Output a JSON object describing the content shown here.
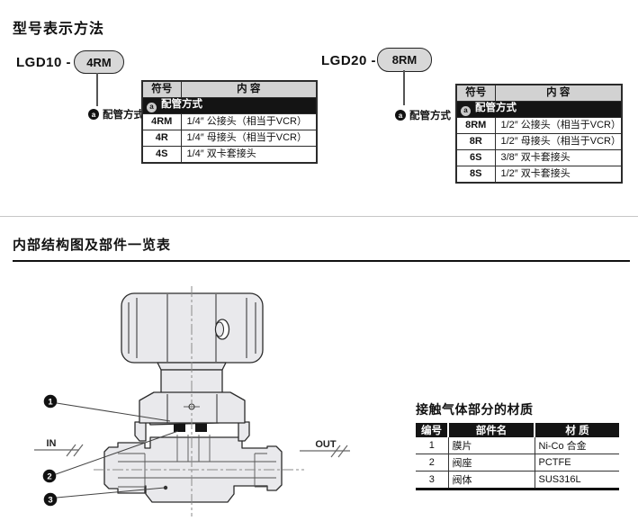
{
  "section1": {
    "title": "型号表示方法"
  },
  "model_left": {
    "prefix": "LGD10 -",
    "pill": "4RM",
    "badge": "a",
    "callout_label": "配管方式"
  },
  "model_right": {
    "prefix": "LGD20 -",
    "pill": "8RM",
    "badge": "a",
    "callout_label": "配管方式"
  },
  "table_left": {
    "headers": [
      "符号",
      "内 容"
    ],
    "group_badge": "a",
    "group_label": "配管方式",
    "rows": [
      [
        "4RM",
        "1/4″ 公接头（相当于VCR）"
      ],
      [
        "4R",
        "1/4″ 母接头（相当于VCR）"
      ],
      [
        "4S",
        "1/4″ 双卡套接头"
      ]
    ]
  },
  "table_right": {
    "headers": [
      "符号",
      "内 容"
    ],
    "group_badge": "a",
    "group_label": "配管方式",
    "rows": [
      [
        "8RM",
        "1/2″ 公接头（相当于VCR）"
      ],
      [
        "8R",
        "1/2″ 母接头（相当于VCR）"
      ],
      [
        "6S",
        "3/8″ 双卡套接头"
      ],
      [
        "8S",
        "1/2″ 双卡套接头"
      ]
    ]
  },
  "section2": {
    "title": "内部结构图及部件一览表"
  },
  "diagram": {
    "in_label": "IN",
    "out_label": "OUT",
    "callout_1": "1",
    "callout_2": "2",
    "callout_3": "3"
  },
  "materials": {
    "title": "接触气体部分的材质",
    "headers": [
      "编号",
      "部件名",
      "材 质"
    ],
    "rows": [
      [
        "1",
        "膜片",
        "Ni-Co 合金"
      ],
      [
        "2",
        "阀座",
        "PCTFE"
      ],
      [
        "3",
        "阀体",
        "SUS316L"
      ]
    ]
  },
  "colors": {
    "table_header_gray": "#d2d2d2",
    "table_group_black": "#141414",
    "pill_fill": "#d8d8d8",
    "drawing_fill": "#e9e9ec",
    "line_dark": "#2b2b2b"
  }
}
